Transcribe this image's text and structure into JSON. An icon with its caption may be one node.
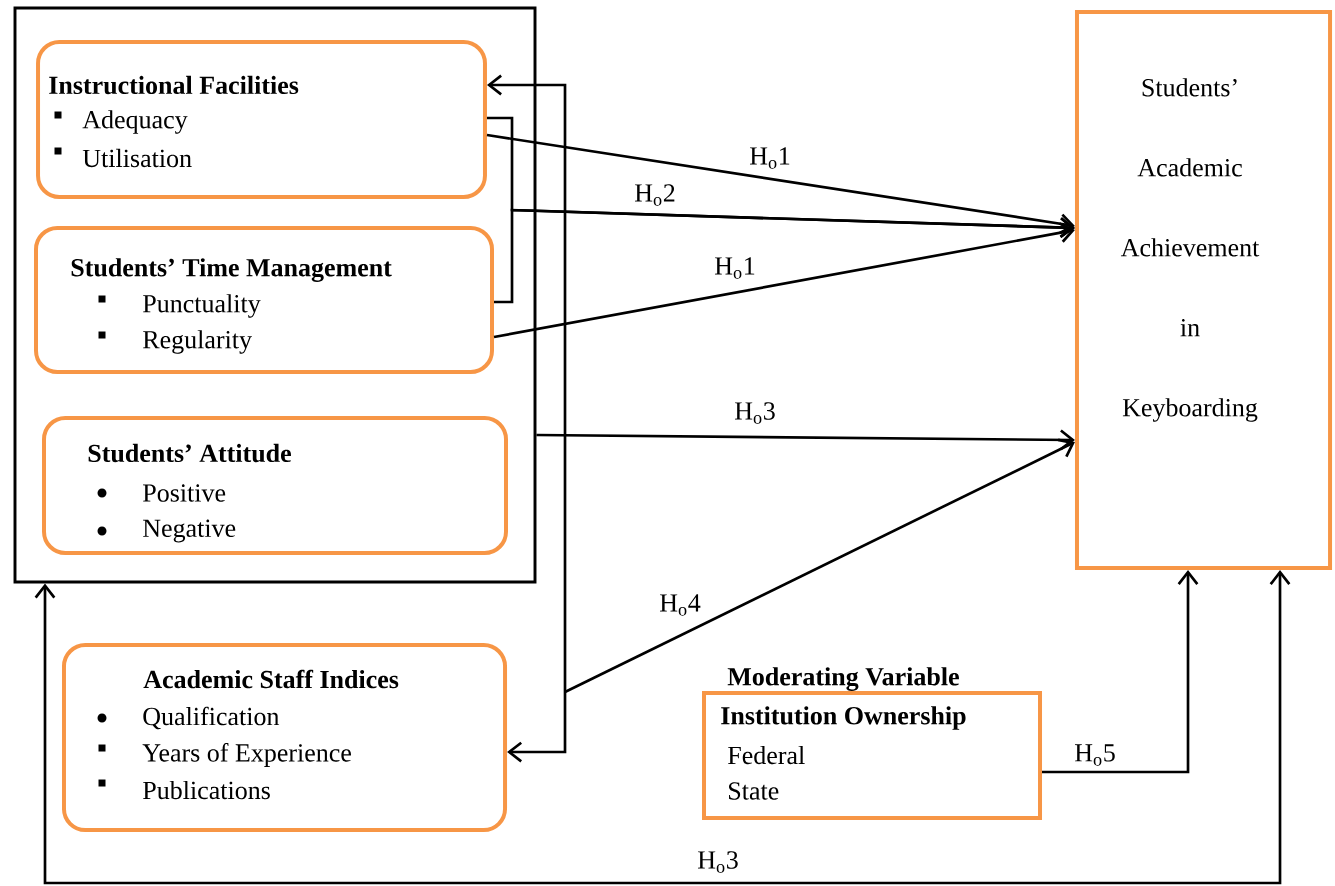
{
  "diagram": {
    "nodes": [
      {
        "text": [],
        "shape": "box"
      },
      {
        "text": [
          "Instructional Facilities",
          "Adequacy",
          "Utilisation"
        ],
        "in": 0
      },
      {
        "text": [
          "Students’ Time Management",
          "Punctuality",
          "Regularity"
        ],
        "in": 0
      },
      {
        "text": [
          "Students’ Attitude",
          "Positive",
          "Negative"
        ],
        "in": 0
      },
      {
        "text": [
          "Academic Staff Indices",
          "Qualification",
          "Years of Experience",
          "Publications"
        ]
      },
      {
        "text": [
          "Moderating Variable",
          "Institution Ownership",
          "Federal",
          "State"
        ]
      },
      {
        "text": [
          "Students’ Academic Achievement in Keyboarding"
        ]
      }
    ],
    "edges": [
      {
        "from": 1,
        "to": 6,
        "arrow": "to",
        "label": "H$_{o}$1"
      },
      {
        "from": 1,
        "to": 6,
        "arrow": "to",
        "label": "H$_{o}$2"
      },
      {
        "from": 2,
        "to": 6,
        "arrow": "to"
      },
      {
        "from": 2,
        "to": 6,
        "arrow": "to",
        "label": "H$_{o}$1"
      },
      {
        "from": 0,
        "to": 6,
        "arrow": "to",
        "label": "H$_{o}$3"
      },
      {
        "from": 1,
        "to": 4,
        "arrow": "both"
      },
      {
        "from": null,
        "to": 6,
        "arrow": "to",
        "label": "H$_{o}$4"
      },
      {
        "from": 5,
        "to": 6,
        "arrow": "to",
        "label": "H$_{o}$5"
      },
      {
        "from": 0,
        "to": 6,
        "arrow": "both",
        "label": "H$_{o}$3"
      }
    ]
  }
}
